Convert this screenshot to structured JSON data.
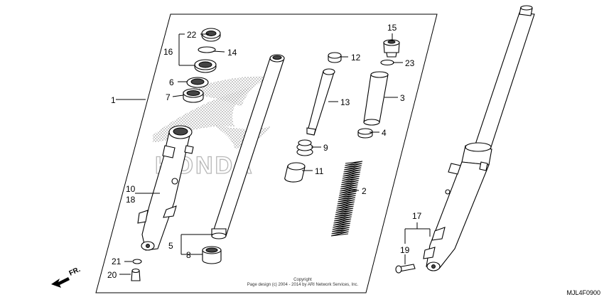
{
  "labels": {
    "p1": "1",
    "p2": "2",
    "p3": "3",
    "p4": "4",
    "p5": "5",
    "p6": "6",
    "p7": "7",
    "p8": "8",
    "p9": "9",
    "p10": "10",
    "p11": "11",
    "p12": "12",
    "p13": "13",
    "p14": "14",
    "p15": "15",
    "p16": "16",
    "p17": "17",
    "p18": "18",
    "p19": "19",
    "p20": "20",
    "p21": "21",
    "p22": "22",
    "p23": "23"
  },
  "direction": "FR.",
  "watermark": "HONDA",
  "copyright": {
    "line1": "Copyright",
    "line2": "Page design (c) 2004 - 2014 by ARI Network Services, Inc."
  },
  "diagram_code": "MJL4F0900"
}
